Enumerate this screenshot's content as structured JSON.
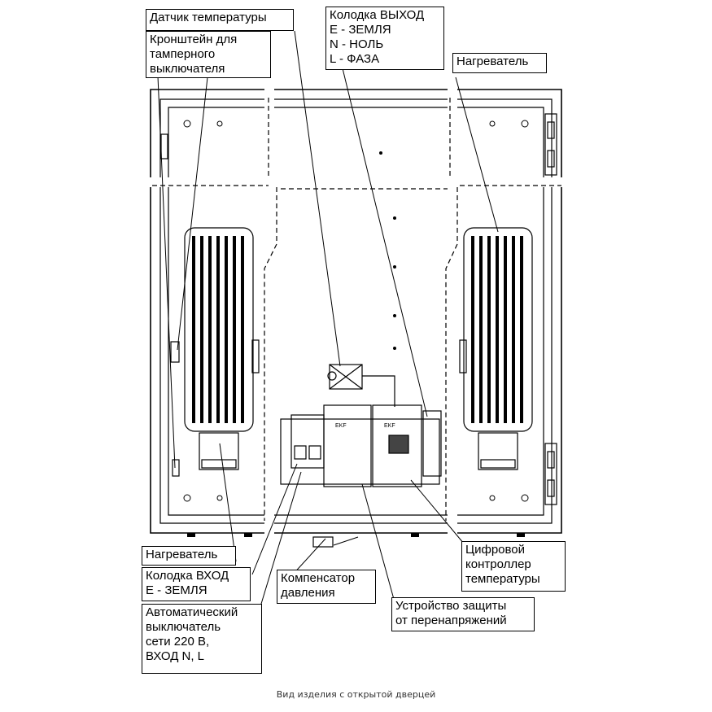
{
  "callouts": {
    "temp_sensor": [
      "Датчик температуры"
    ],
    "tamper_bracket": [
      "Кронштейн для",
      "тамперного",
      "выключателя"
    ],
    "output_block": [
      "Колодка ВЫХОД",
      "E - ЗЕМЛЯ",
      "N - НОЛЬ",
      "L - ФАЗА"
    ],
    "heater_top": [
      "Нагреватель"
    ],
    "heater_bottom": [
      "Нагреватель"
    ],
    "input_block": [
      "Колодка ВХОД",
      "E - ЗЕМЛЯ"
    ],
    "breaker": [
      "Автоматический",
      "выключатель",
      "сети 220 В,",
      "ВХОД N, L"
    ],
    "pressure_comp": [
      "Компенсатор",
      "давления"
    ],
    "surge_protect": [
      "Устройство защиты",
      "от перенапряжений"
    ],
    "digital_controller": [
      "Цифровой",
      "контроллер",
      "температуры"
    ]
  },
  "device_labels": {
    "brand": "EKF"
  },
  "caption": "Вид изделия с открытой дверцей"
}
